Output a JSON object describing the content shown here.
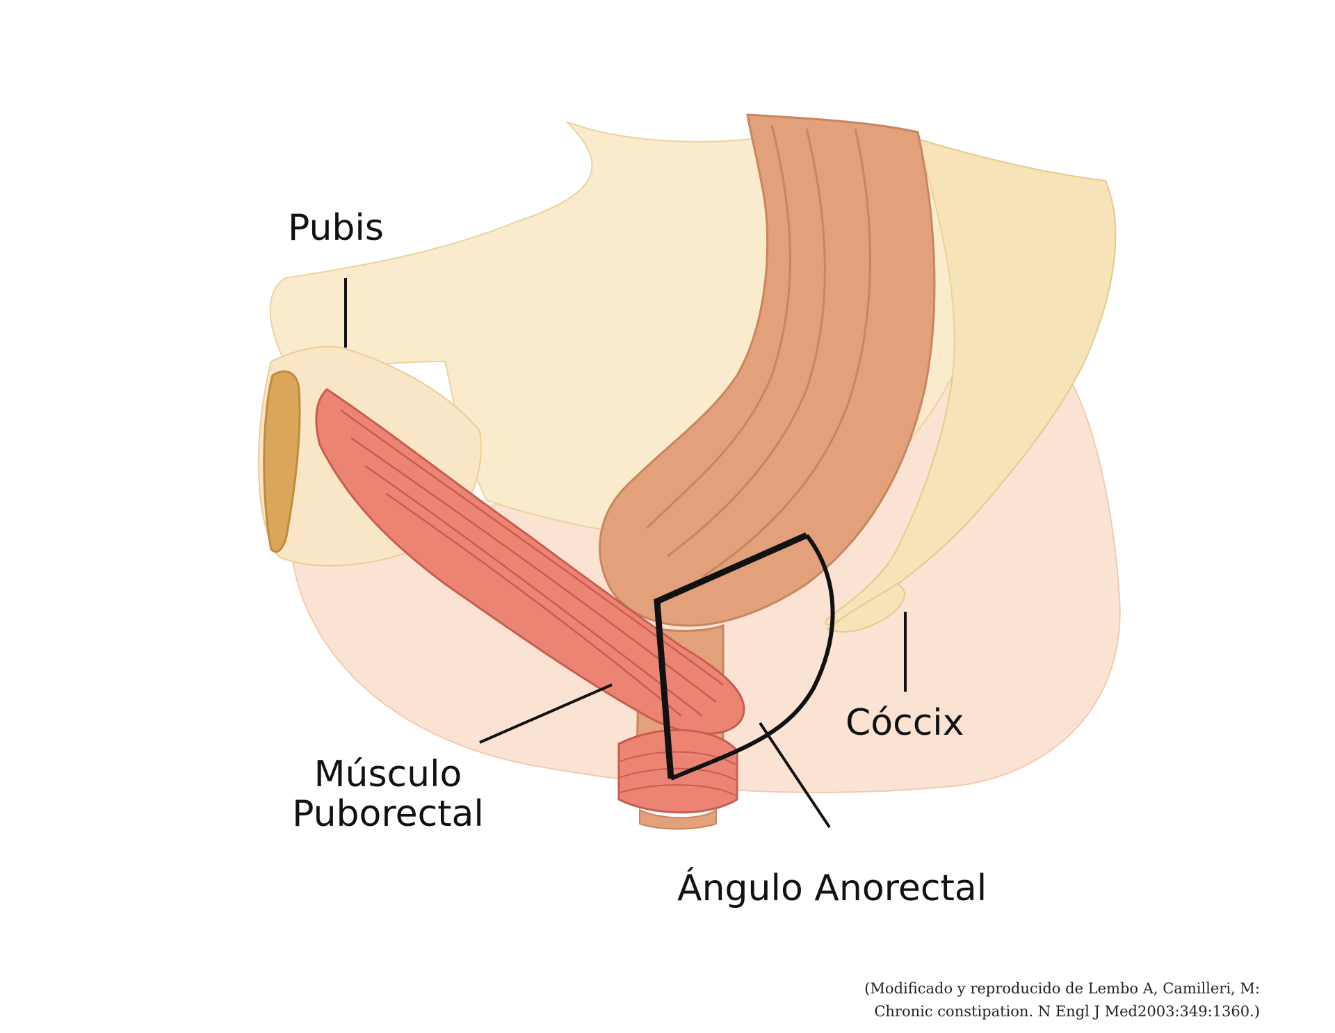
{
  "labels": {
    "pubis": "Pubis",
    "coccix": "Cóccix",
    "musculo_line1": "Músculo",
    "musculo_line2": "Puborectal",
    "angulo": "Ángulo Anorectal"
  },
  "citation": {
    "line1": "(Modificado y reproducido de Lembo A, Camilleri, M:",
    "line2": "Chronic constipation. N Engl J Med2003:349:1360.)"
  },
  "colors": {
    "bone": "#f7e3b8",
    "bone_outline": "#e8c88e",
    "soft_tissue": "#fbe3d3",
    "rectum": "#e2a17a",
    "rectum_dark": "#c98460",
    "muscle": "#ec8474",
    "muscle_line": "#c85c50",
    "pubis_cut": "#d9a65a",
    "annotation": "#111111"
  }
}
